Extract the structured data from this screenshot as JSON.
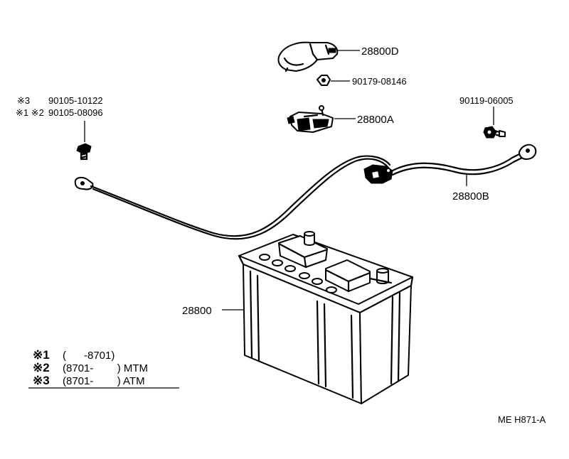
{
  "callouts": {
    "p28800D": "28800D",
    "p90179": "90179-08146",
    "p28800A": "28800A",
    "p90119": "90119-06005",
    "p28800B": "28800B",
    "p28800": "28800",
    "bolt_mark_3": "※3",
    "bolt_part_3": "90105-10122",
    "bolt_mark_12": "※1 ※2",
    "bolt_part_12": "90105-08096"
  },
  "legend": {
    "rows": [
      {
        "mark": "※1",
        "text": "(      -8701)"
      },
      {
        "mark": "※2",
        "text": "(8701-        ) MTM"
      },
      {
        "mark": "※3",
        "text": "(8701-        ) ATM"
      }
    ]
  },
  "diagram_code": "ME H871-A"
}
